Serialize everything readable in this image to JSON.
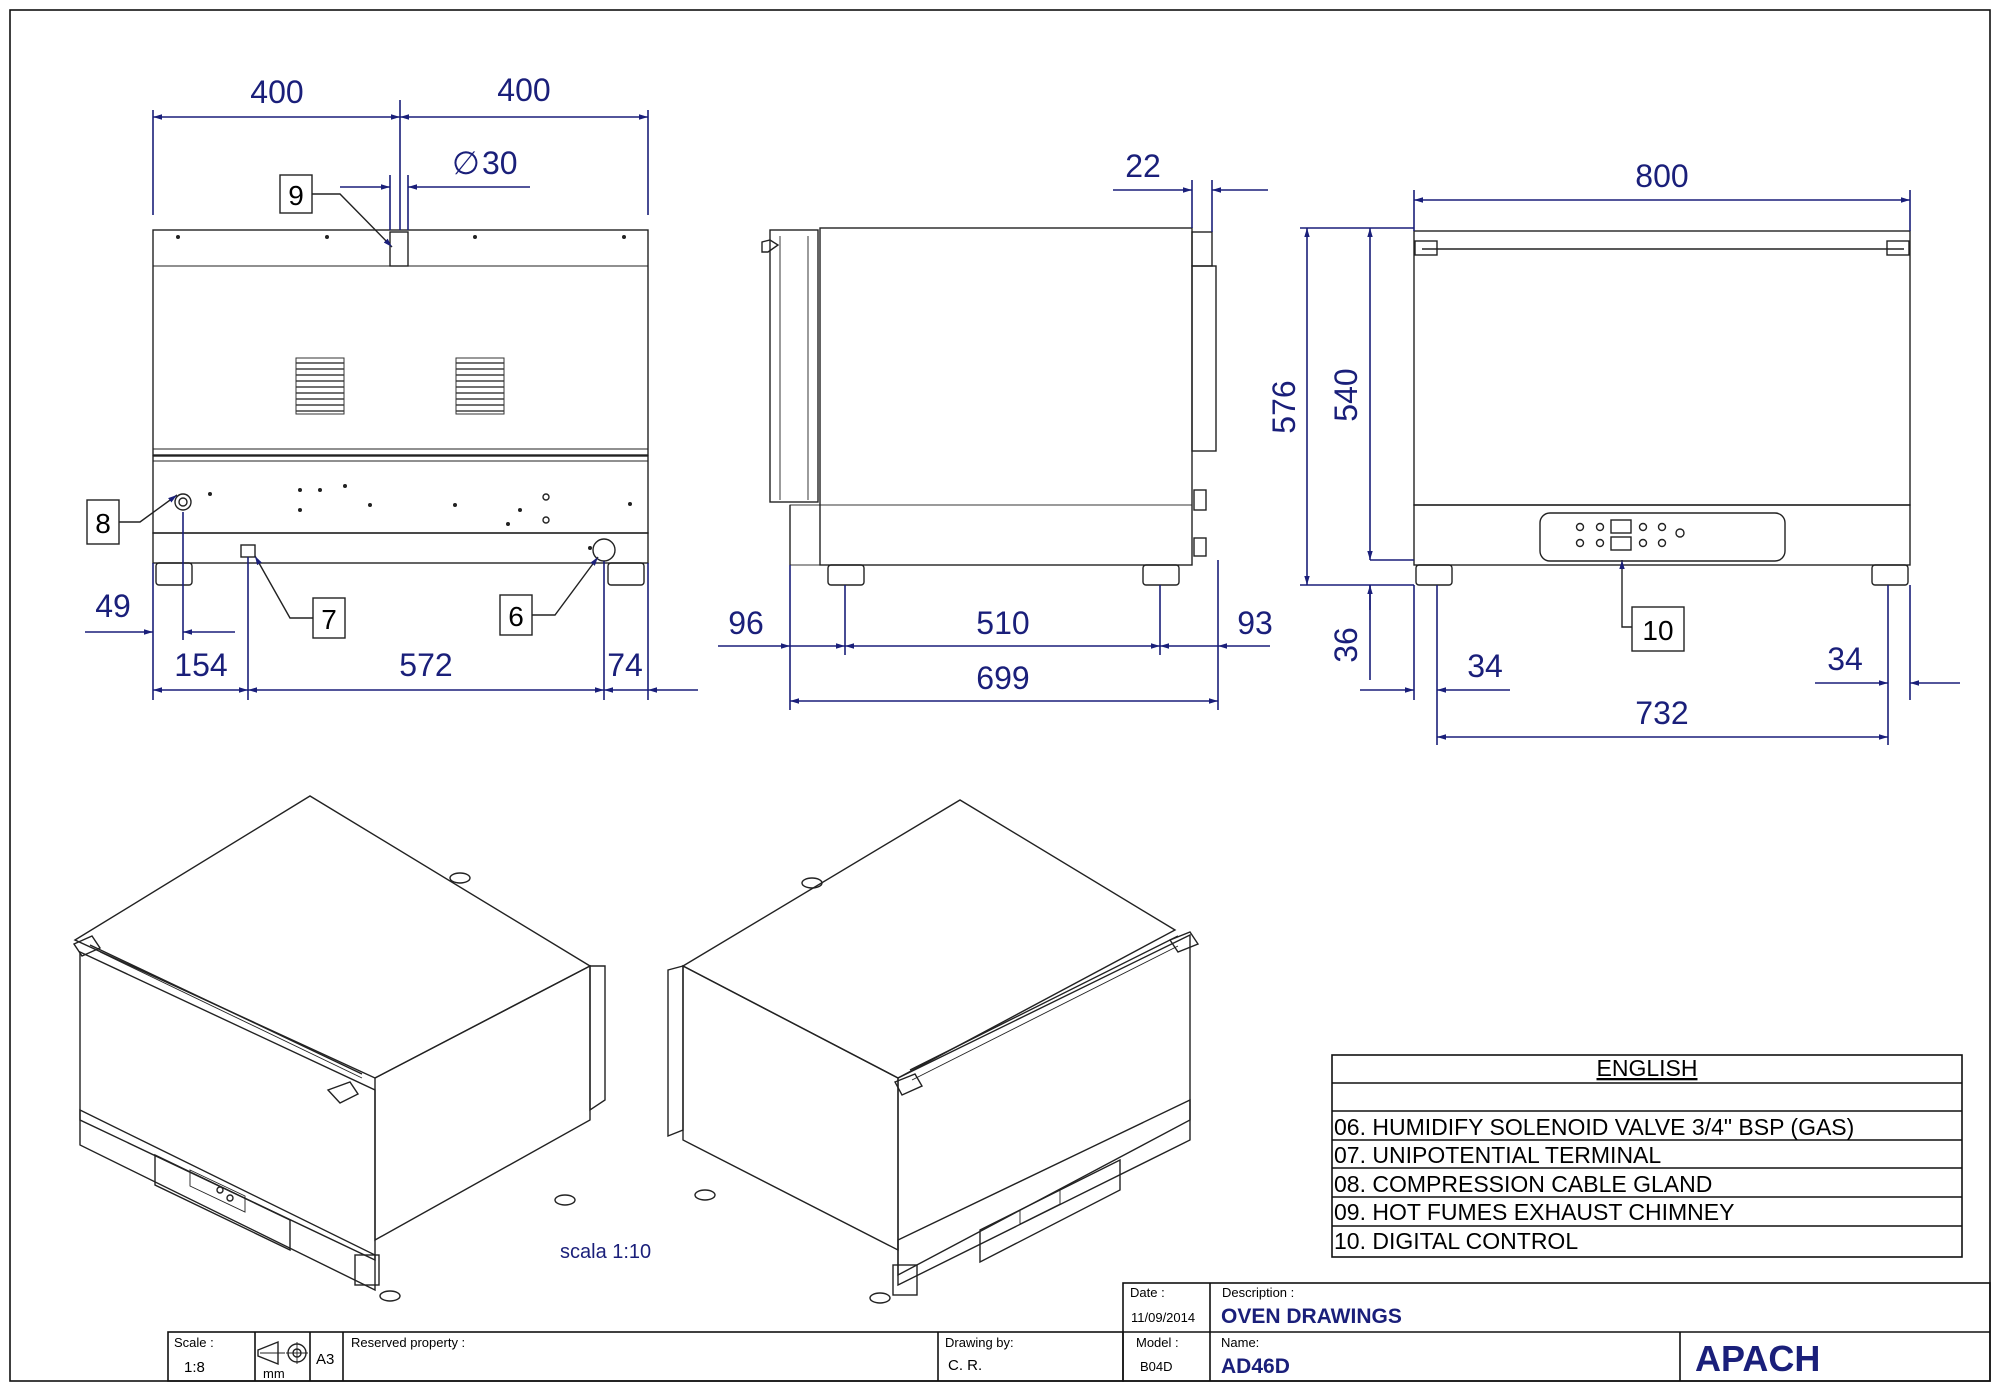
{
  "dimensions": {
    "front": {
      "width_left": "400",
      "width_right": "400",
      "diameter": "30",
      "diameter_symbol": "∅",
      "d49": "49",
      "d154": "154",
      "d572": "572",
      "d74": "74"
    },
    "side": {
      "d22": "22",
      "d96": "96",
      "d510": "510",
      "d93": "93",
      "d699": "699"
    },
    "back": {
      "d800": "800",
      "d576": "576",
      "d540": "540",
      "d36": "36",
      "d34_left": "34",
      "d34_right": "34",
      "d732": "732"
    }
  },
  "callouts": {
    "c6": "6",
    "c7": "7",
    "c8": "8",
    "c9": "9",
    "c10": "10"
  },
  "scale_note": "scala 1:10",
  "legend": {
    "title": "ENGLISH",
    "items": [
      "06.  HUMIDIFY SOLENOID VALVE   3/4\" BSP (GAS)",
      "07.  UNIPOTENTIAL TERMINAL",
      "08.  COMPRESSION CABLE GLAND",
      "09.  HOT FUMES EXHAUST CHIMNEY",
      "10.  DIGITAL CONTROL"
    ]
  },
  "title_block": {
    "date_label": "Date :",
    "date_value": "11/09/2014",
    "description_label": "Description :",
    "description_value": "OVEN DRAWINGS",
    "scale_label": "Scale :",
    "scale_value": "1:8",
    "units": "mm",
    "paper": "A3",
    "reserved_label": "Reserved property :",
    "drawing_by_label": "Drawing by:",
    "drawing_by_value": "C. R.",
    "model_label": "Model :",
    "model_value": "B04D",
    "name_label": "Name:",
    "name_value": "AD46D",
    "brand": "APACH"
  },
  "colors": {
    "dimension": "#1a1f7a",
    "linework": "#222222",
    "paper": "#ffffff"
  }
}
